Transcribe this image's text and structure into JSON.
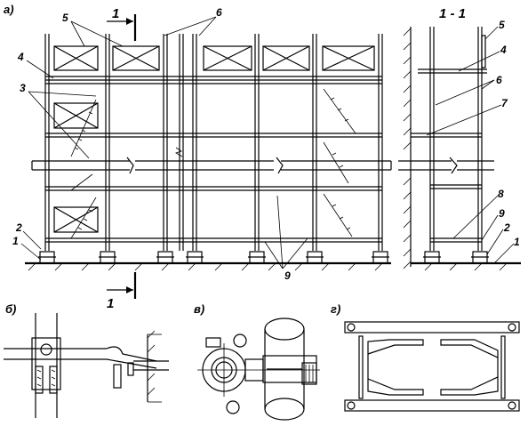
{
  "panels": {
    "a": "а)",
    "b": "б)",
    "v": "в)",
    "g": "г)"
  },
  "section_title": "1 - 1",
  "section_marks": {
    "top": "1",
    "bottom": "1"
  },
  "callouts_main": {
    "c1": "1",
    "c2": "2",
    "c3": "3",
    "c4": "4",
    "c5": "5",
    "c6": "6",
    "c9": "9"
  },
  "callouts_section": {
    "c1": "1",
    "c2": "2",
    "c4": "4",
    "c5": "5",
    "c6": "6",
    "c7": "7",
    "c8": "8",
    "c9": "9"
  }
}
